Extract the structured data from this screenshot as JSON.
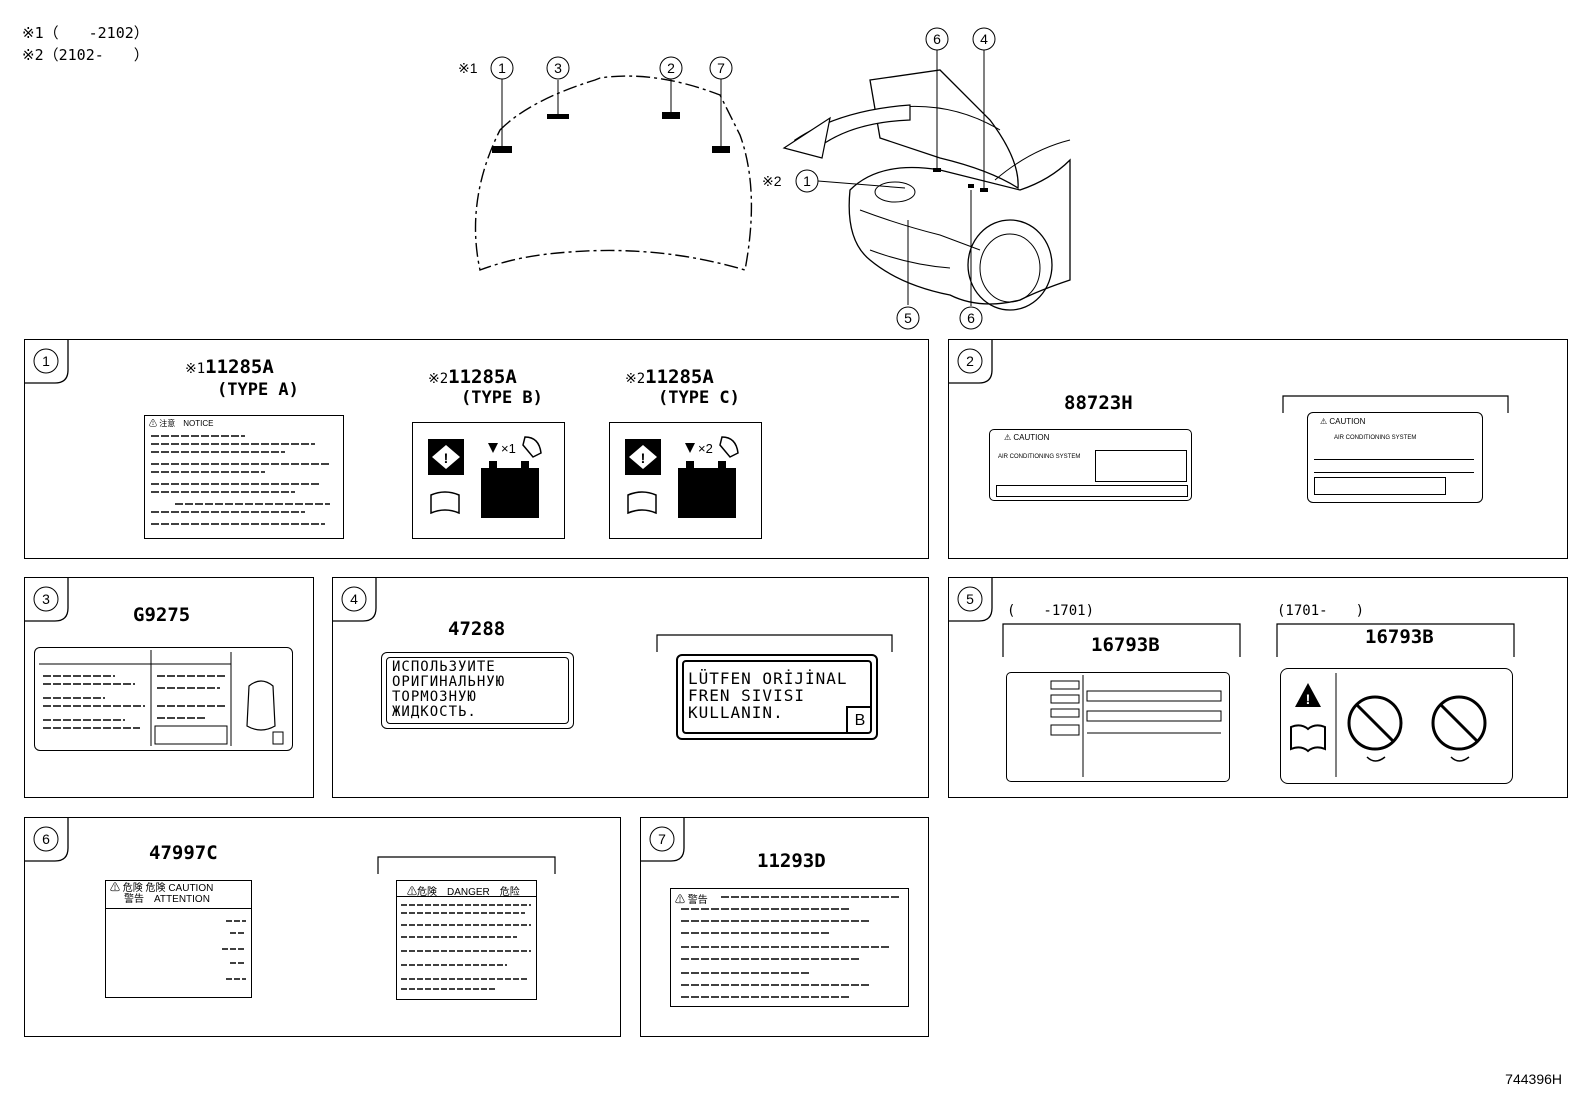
{
  "legend": {
    "note1": "※1（　　-2102）",
    "note2": "※2（2102-　　）"
  },
  "overview": {
    "hood_callouts": {
      "n1_prefix": "※1",
      "n1": "1",
      "n3": "3",
      "n2": "2",
      "n7": "7"
    },
    "car_callouts": {
      "n6a": "6",
      "n4": "4",
      "n1_prefix": "※2",
      "n1": "1",
      "n5": "5",
      "n6b": "6"
    }
  },
  "panels": {
    "p1": {
      "num": "1",
      "typeA": {
        "prefix": "※1",
        "part": "11285A",
        "type": "(TYPE A)",
        "header": "⚠ 注意　NOTICE"
      },
      "typeB": {
        "prefix": "※2",
        "part": "11285A",
        "type": "(TYPE B)",
        "mult": "×1"
      },
      "typeC": {
        "prefix": "※2",
        "part": "11285A",
        "type": "(TYPE C)",
        "mult": "×2"
      }
    },
    "p2": {
      "num": "2",
      "part": "88723H",
      "label1_header": "CAUTION",
      "label1_sub": "AIR CONDITIONING SYSTEM",
      "label2_header": "CAUTION",
      "label2_sub": "AIR CONDITIONING SYSTEM"
    },
    "p3": {
      "num": "3",
      "part": "G9275"
    },
    "p4": {
      "num": "4",
      "part": "47288",
      "ru_lines": [
        "ИСПОЛЬЗУИТЕ",
        "ОРИГИНАЛЬНУЮ",
        "ТОРМОЗНУЮ",
        "ЖИДКОСТЬ."
      ],
      "tr_lines": [
        "LÜTFEN ORİJİNAL",
        "FREN SIVISI",
        "KULLANIN."
      ],
      "tr_badge": "B"
    },
    "p5": {
      "num": "5",
      "left_range": "(　　-1701)",
      "left_part": "16793B",
      "right_range": "(1701-　　)",
      "right_part": "16793B"
    },
    "p6": {
      "num": "6",
      "part": "47997C",
      "left_header1": "⚠ 危険 危険 CAUTION",
      "left_header2": "警告　ATTENTION",
      "right_header": "⚠危険　DANGER　危险"
    },
    "p7": {
      "num": "7",
      "part": "11293D",
      "header": "⚠ 警告"
    }
  },
  "doc_id": "744396H"
}
